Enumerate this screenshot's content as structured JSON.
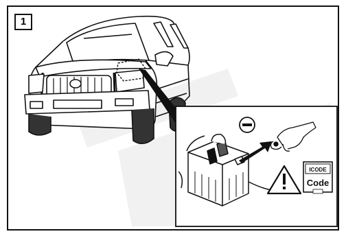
{
  "step_number": "1",
  "code_label": "Code",
  "code_icon_text": "ICODE",
  "colors": {
    "line": "#111111",
    "watermark": "#f2f2f2",
    "light_gray": "#dddddd",
    "dark": "#222222"
  },
  "icons": [
    "minus-circle-icon",
    "warning-triangle-icon",
    "code-card-icon",
    "battery-illustration",
    "vehicle-illustration",
    "key-fob-icon"
  ]
}
